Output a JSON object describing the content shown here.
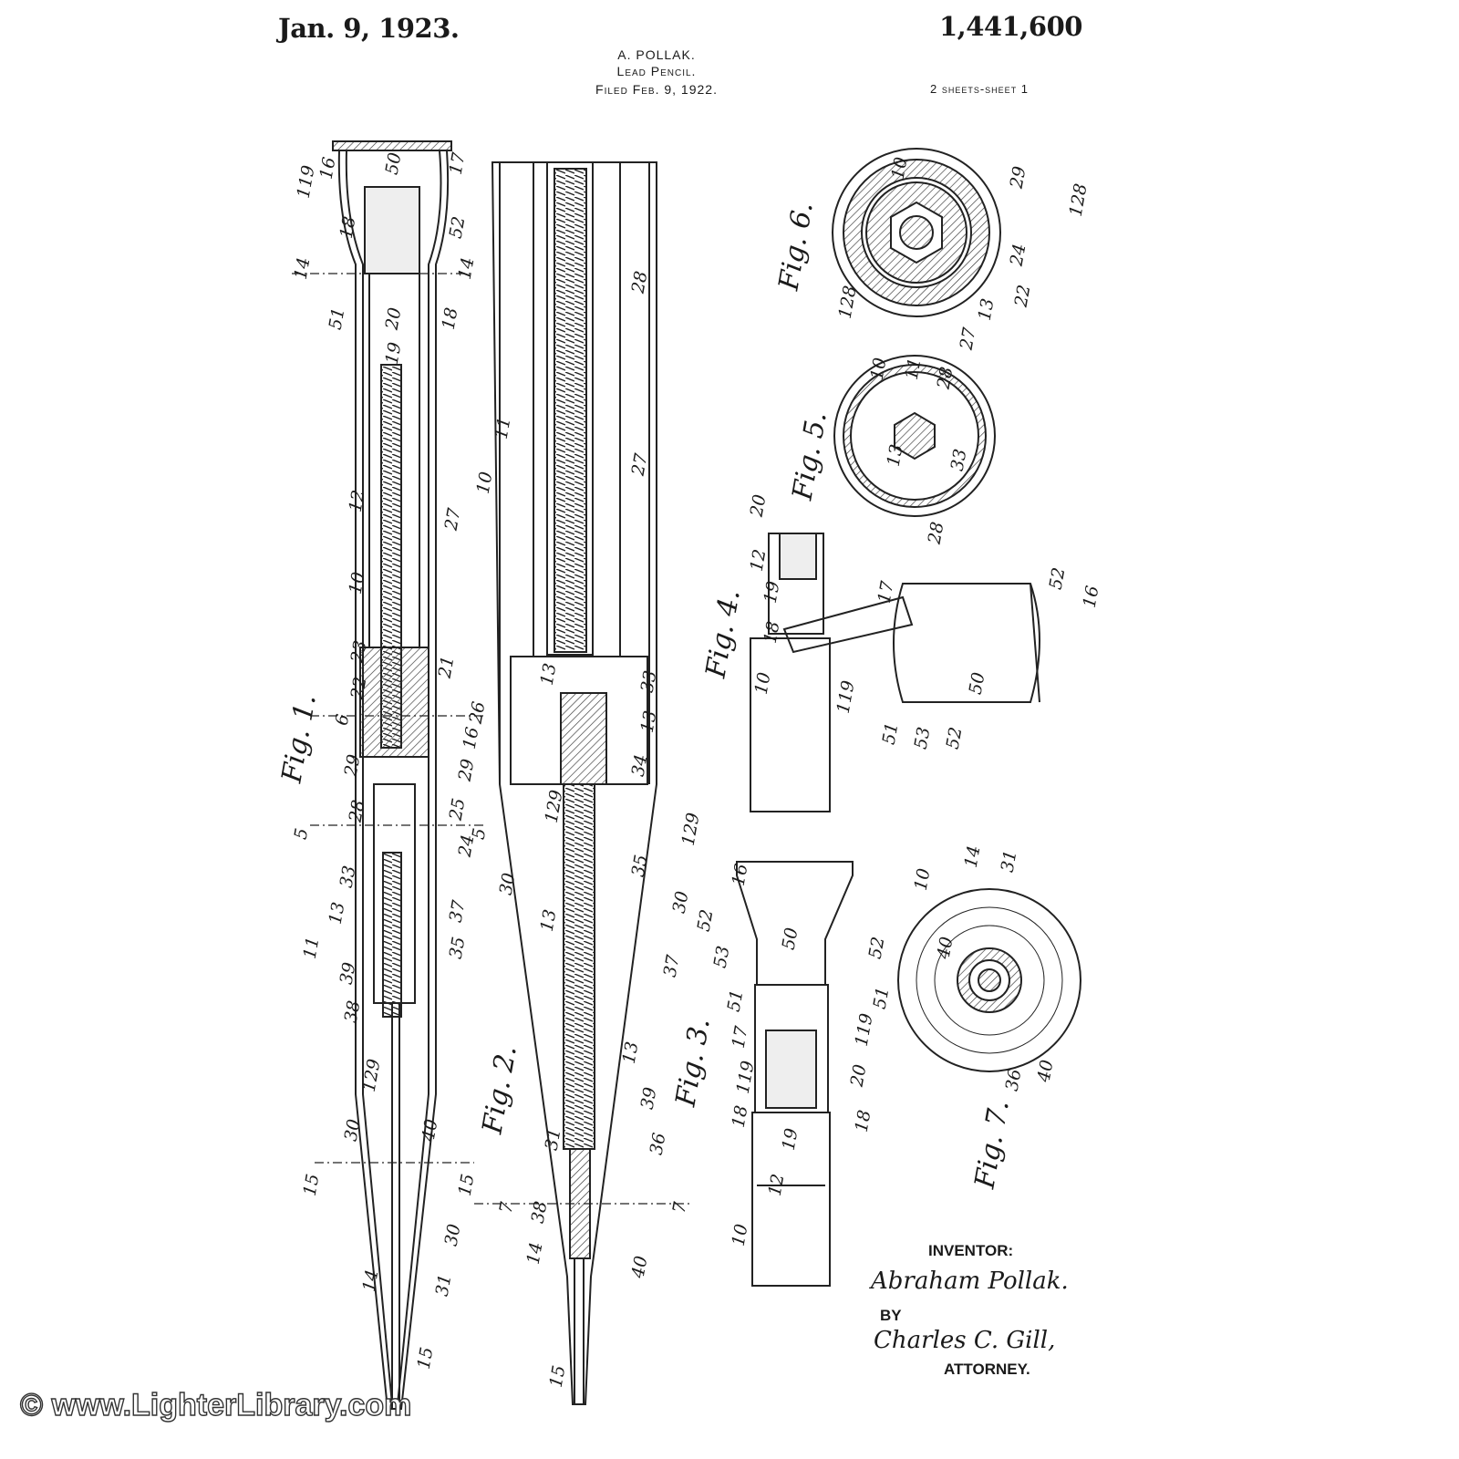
{
  "header": {
    "date": "Jan. 9, 1923.",
    "patent_number": "1,441,600",
    "inventor_name": "A. POLLAK.",
    "title": "Lead Pencil.",
    "filed": "Filed Feb. 9, 1922.",
    "sheets": "2 sheets-sheet 1"
  },
  "figures": [
    "Fig. 1.",
    "Fig. 2.",
    "Fig. 3.",
    "Fig. 4.",
    "Fig. 5.",
    "Fig. 6.",
    "Fig. 7."
  ],
  "fig1_labels": [
    "119",
    "16",
    "50",
    "17",
    "18",
    "14",
    "14",
    "52",
    "51",
    "20",
    "19",
    "18",
    "12",
    "10",
    "27",
    "23",
    "22",
    "21",
    "26",
    "6",
    "16",
    "29",
    "29",
    "25",
    "28",
    "24",
    "5",
    "5",
    "33",
    "13",
    "37",
    "11",
    "39",
    "35",
    "38",
    "129",
    "30",
    "40",
    "15",
    "15",
    "30",
    "14",
    "31",
    "15"
  ],
  "fig2_labels": [
    "28",
    "11",
    "10",
    "13",
    "27",
    "13",
    "33",
    "13",
    "34",
    "129",
    "129",
    "35",
    "30",
    "30",
    "37",
    "13",
    "39",
    "31",
    "38",
    "36",
    "7",
    "7",
    "14",
    "40",
    "15"
  ],
  "fig3_labels": [
    "16",
    "52",
    "53",
    "50",
    "52",
    "51",
    "51",
    "17",
    "119",
    "119",
    "20",
    "18",
    "18",
    "19",
    "12",
    "10"
  ],
  "fig4_labels": [
    "20",
    "12",
    "19",
    "17",
    "52",
    "16",
    "18",
    "10",
    "119",
    "50",
    "51",
    "53",
    "52"
  ],
  "fig5_labels": [
    "10",
    "11",
    "28",
    "13",
    "33",
    "28"
  ],
  "fig6_labels": [
    "10",
    "29",
    "128",
    "128",
    "24",
    "22",
    "13",
    "27"
  ],
  "fig7_labels": [
    "10",
    "14",
    "31",
    "40",
    "36",
    "40"
  ],
  "signature": {
    "inventor_label": "INVENTOR:",
    "inventor_signature": "Abraham Pollak.",
    "by_label": "BY",
    "attorney_signature": "Charles C. Gill,",
    "attorney_label": "ATTORNEY."
  },
  "watermark": "© www.LighterLibrary.com"
}
